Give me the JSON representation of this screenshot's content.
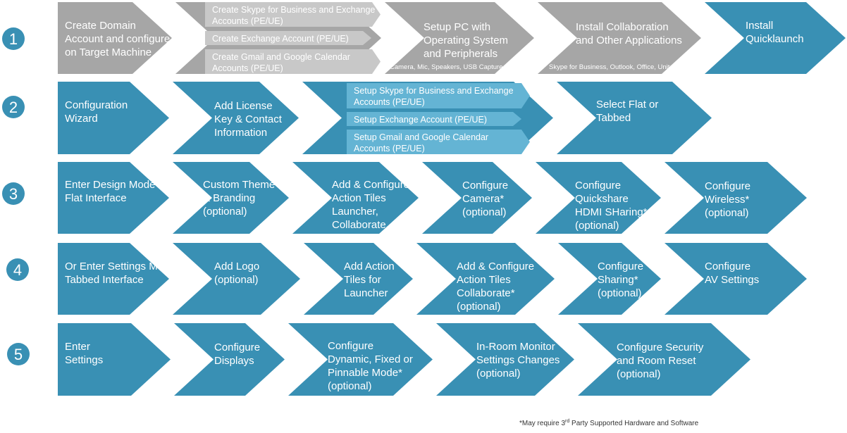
{
  "colors": {
    "teal": "#3990b4",
    "gray": "#a6a6a6",
    "light_gray": "#c8c8c8",
    "light_teal": "#64b4d4",
    "text_light": "#ffffff",
    "footnote": "#333333"
  },
  "rows": [
    {
      "number": "1",
      "steps": [
        {
          "lines": [
            "Create Domain",
            "Account and configure",
            "on Target Machine"
          ],
          "style": "gray"
        },
        {
          "style": "gray",
          "sub_steps": [
            {
              "lines": [
                "Create Skype for Business and Exchange",
                "Accounts (PE/UE)"
              ]
            },
            {
              "lines": [
                "Create Exchange Account (PE/UE)"
              ]
            },
            {
              "lines": [
                "Create Gmail and Google Calendar",
                "Accounts (PE/UE)"
              ]
            }
          ]
        },
        {
          "lines": [
            "Setup PC with",
            "Operating System",
            "and Peripherals"
          ],
          "style": "gray",
          "note": "Camera, Mic, Speakers, USB Capture Card etc."
        },
        {
          "lines": [
            "Install Collaboration",
            "and Other Applications"
          ],
          "style": "gray",
          "note": "Skype for Business, Outlook, Office, Unite etc."
        },
        {
          "lines": [
            "Install",
            "Quicklaunch"
          ],
          "style": "teal"
        }
      ]
    },
    {
      "number": "2",
      "steps": [
        {
          "lines": [
            "Configuration",
            "Wizard"
          ],
          "style": "teal"
        },
        {
          "lines": [
            "Add License",
            "Key & Contact",
            "Information"
          ],
          "style": "teal"
        },
        {
          "style": "teal",
          "sub_steps": [
            {
              "lines": [
                "Setup Skype for Business and Exchange",
                "Accounts (PE/UE)"
              ]
            },
            {
              "lines": [
                "Setup Exchange Account (PE/UE)"
              ]
            },
            {
              "lines": [
                "Setup Gmail and Google Calendar",
                "Accounts (PE/UE)"
              ]
            }
          ]
        },
        {
          "lines": [
            "Select Flat or",
            "Tabbed"
          ],
          "style": "teal"
        }
      ]
    },
    {
      "number": "3",
      "steps": [
        {
          "lines": [
            "Enter Design Mode",
            "Flat Interface"
          ],
          "style": "teal"
        },
        {
          "lines": [
            "Custom Theme",
            "& Branding",
            "(optional)"
          ],
          "style": "teal"
        },
        {
          "lines": [
            "Add & Configure",
            "Action Tiles",
            "Launcher,",
            "Collaborate"
          ],
          "style": "teal"
        },
        {
          "lines": [
            "Configure",
            "Camera*",
            "(optional)"
          ],
          "style": "teal"
        },
        {
          "lines": [
            "Configure",
            "Quickshare",
            "HDMI SHaring*",
            "(optional)"
          ],
          "style": "teal"
        },
        {
          "lines": [
            "Configure",
            "Wireless*",
            "(optional)"
          ],
          "style": "teal"
        }
      ]
    },
    {
      "number": "4",
      "steps": [
        {
          "lines": [
            "Or Enter Settings Mode",
            "Tabbed Interface"
          ],
          "style": "teal"
        },
        {
          "lines": [
            "Add Logo",
            "(optional)"
          ],
          "style": "teal"
        },
        {
          "lines": [
            "Add Action",
            "Tiles for",
            "Launcher"
          ],
          "style": "teal"
        },
        {
          "lines": [
            "Add & Configure",
            "Action Tiles",
            "Collaborate*",
            "(optional)"
          ],
          "style": "teal"
        },
        {
          "lines": [
            "Configure",
            "Sharing*",
            "(optional)"
          ],
          "style": "teal"
        },
        {
          "lines": [
            "Configure",
            "AV Settings"
          ],
          "style": "teal"
        }
      ]
    },
    {
      "number": "5",
      "steps": [
        {
          "lines": [
            "Enter",
            "Settings"
          ],
          "style": "teal"
        },
        {
          "lines": [
            "Configure",
            "Displays"
          ],
          "style": "teal"
        },
        {
          "lines": [
            "Configure",
            "Dynamic, Fixed or",
            "Pinnable Mode*",
            "(optional)"
          ],
          "style": "teal"
        },
        {
          "lines": [
            "In-Room Monitor",
            "Settings Changes",
            "(optional)"
          ],
          "style": "teal"
        },
        {
          "lines": [
            "Configure Security",
            "and Room Reset",
            "(optional)"
          ],
          "style": "teal"
        }
      ]
    }
  ],
  "footnote": {
    "prefix": "*May require 3",
    "superscript": "rd",
    "suffix": " Party Supported Hardware and Software"
  }
}
